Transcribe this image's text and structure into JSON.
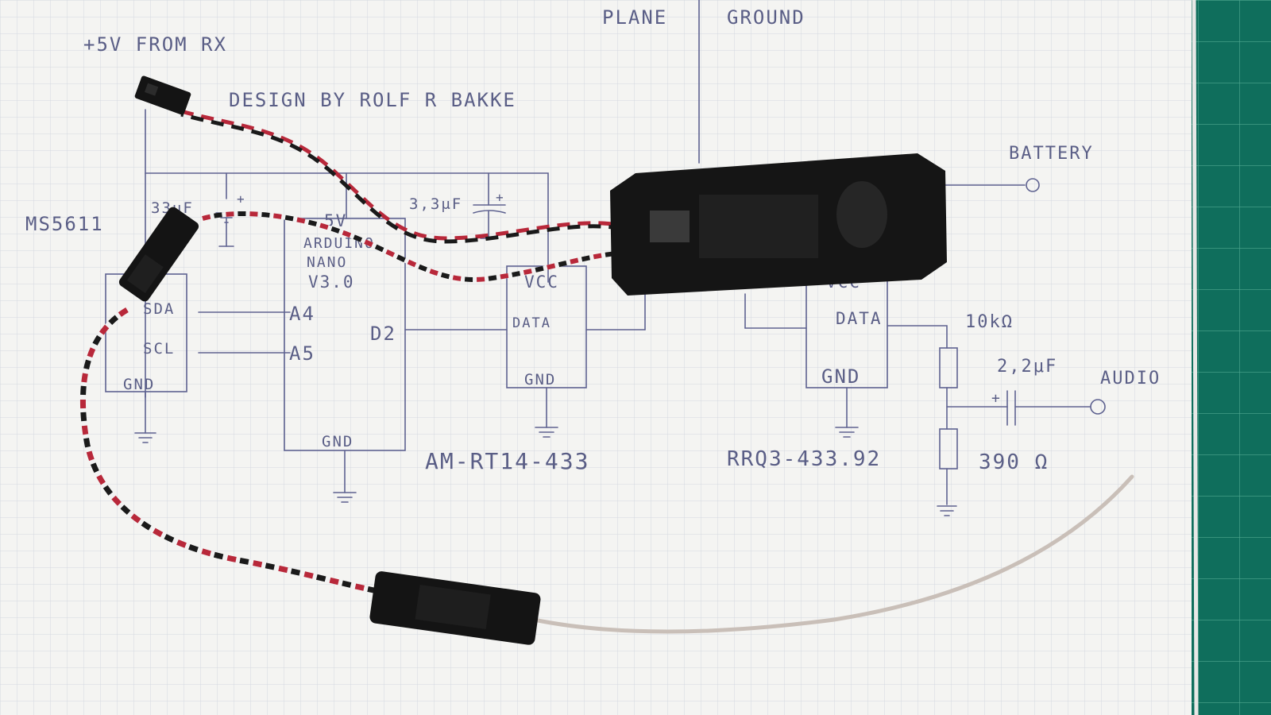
{
  "photo": {
    "paper_color": "#f4f4f2",
    "grid_color": "#cfd3dc",
    "ink_color": "#5a5e86",
    "mat_color": "#0f6e5c",
    "wire_colors": {
      "red": "#b8283a",
      "black": "#1a1a1a",
      "white": "#f2f2f2",
      "antenna": "#c9bfb8"
    },
    "heatshrink_color": "#161616"
  },
  "labels": {
    "power_source": "+5V FROM RX",
    "designer": "DESIGN BY ROLF R BAKKE",
    "plane_side": "PLANE",
    "ground_side": "GROUND",
    "sensor": "MS5611",
    "cap_left": "33μF",
    "cap_mid": "3,3μF",
    "arduino_5v": "5V",
    "arduino_name": "ARDUINO",
    "arduino_model": "NANO",
    "arduino_version": "V3.0",
    "pin_sda": "SDA",
    "pin_scl": "SCL",
    "pin_gnd_sensor": "GND",
    "pin_a4": "A4",
    "pin_a5": "A5",
    "pin_d2": "D2",
    "pin_gnd_arduino": "GND",
    "tx_vcc": "VCC",
    "tx_data": "DATA",
    "tx_gnd": "GND",
    "transmitter": "AM-RT14-433",
    "rx_vcc": "VCC",
    "rx_data": "DATA",
    "rx_gnd": "GND",
    "receiver": "RRQ3-433.92",
    "battery": "BATTERY",
    "resistor_top": "10kΩ",
    "capacitor_out": "2,2μF",
    "resistor_bottom": "390 Ω",
    "audio": "AUDIO",
    "plus_sign": "+"
  }
}
